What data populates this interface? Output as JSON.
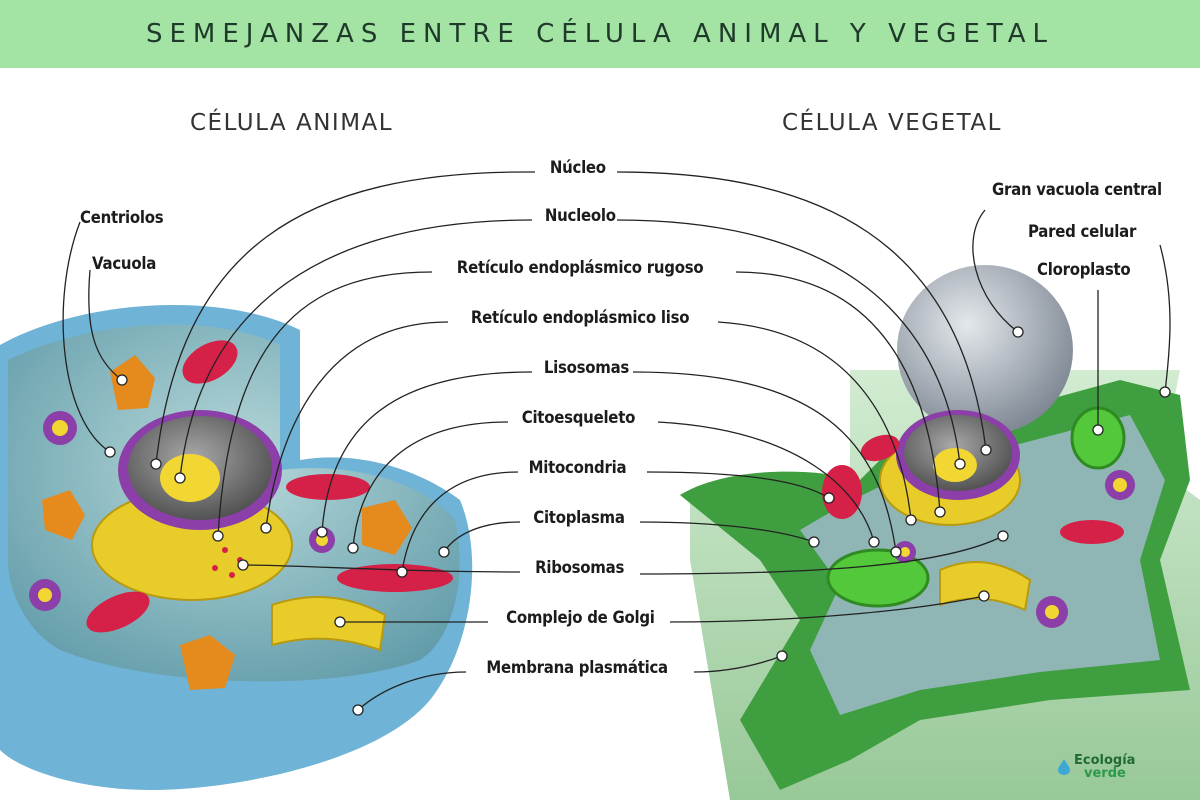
{
  "title": "SEMEJANZAS ENTRE CÉLULA ANIMAL Y VEGETAL",
  "animal": {
    "heading": "CÉLULA ANIMAL",
    "labels": [
      "Centriolos",
      "Vacuola"
    ]
  },
  "plant": {
    "heading": "CÉLULA VEGETAL",
    "labels": [
      "Gran vacuola central",
      "Pared celular",
      "Cloroplasto"
    ]
  },
  "shared_labels": [
    "Núcleo",
    "Nucleolo",
    "Retículo endoplásmico rugoso",
    "Retículo endoplásmico liso",
    "Lisosomas",
    "Citoesqueleto",
    "Mitocondria",
    "Citoplasma",
    "Ribosomas",
    "Complejo de Golgi",
    "Membrana plasmática"
  ],
  "brand": {
    "line1": "Ecología",
    "line2": "verde"
  },
  "colors": {
    "banner": "#a3e3a3",
    "animal_membrane": "#6fb3d6",
    "plant_wall": "#3f9e3f",
    "nucleus": "#8c3fa8",
    "er": "#e8cc2a",
    "mitochondria": "#d52047",
    "chloroplast": "#52c83a"
  }
}
